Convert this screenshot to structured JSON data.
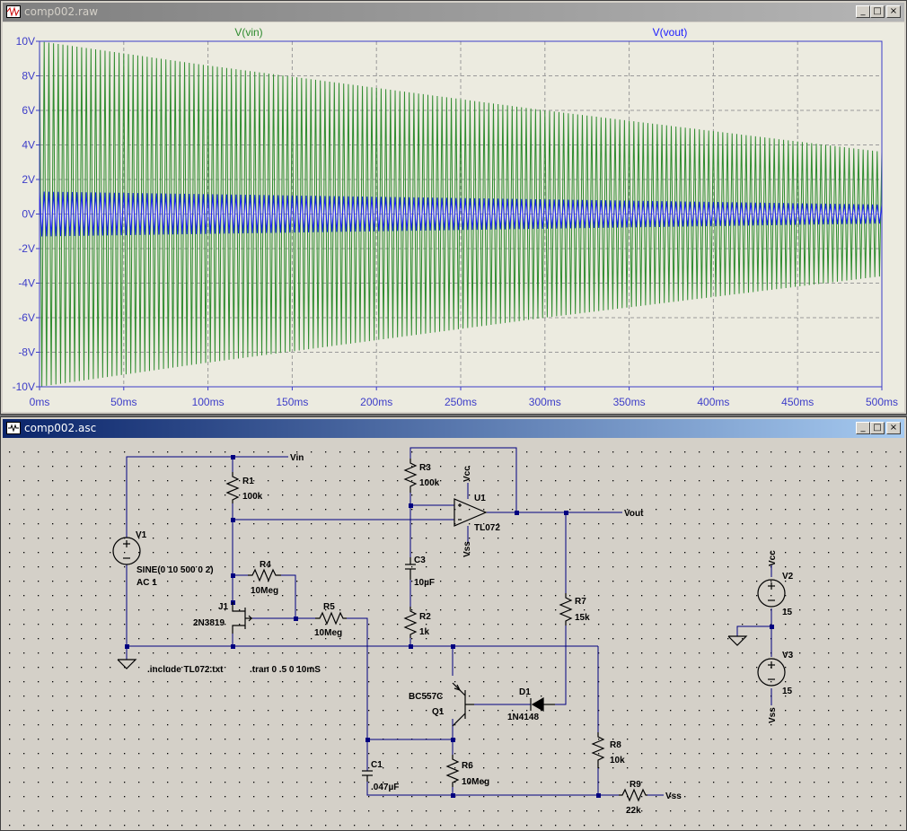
{
  "plot_window": {
    "title": "comp002.raw",
    "controls": {
      "minimize": "_",
      "maximize": "□",
      "close": "×"
    },
    "traces": [
      {
        "name": "V(vin)",
        "color": "#2e8b2e"
      },
      {
        "name": "V(vout)",
        "color": "#1a1aff"
      }
    ],
    "y_ticks": [
      "10V",
      "8V",
      "6V",
      "4V",
      "2V",
      "0V",
      "-2V",
      "-4V",
      "-6V",
      "-8V",
      "-10V"
    ],
    "x_ticks": [
      "0ms",
      "50ms",
      "100ms",
      "150ms",
      "200ms",
      "250ms",
      "300ms",
      "350ms",
      "400ms",
      "450ms",
      "500ms"
    ],
    "axis_color": "#3c3cc8",
    "background": "#ecebe0"
  },
  "chart_data": {
    "type": "line",
    "x_unit": "ms",
    "y_unit": "V",
    "xlim": [
      0,
      500
    ],
    "ylim": [
      -10,
      10
    ],
    "grid": true,
    "legend": "top",
    "series": [
      {
        "name": "V(vin)",
        "color": "#2e8b2e",
        "envelope_x": [
          0,
          100,
          200,
          300,
          400,
          500
        ],
        "envelope_amplitude": [
          10,
          8.6,
          7.3,
          6.0,
          4.8,
          3.6
        ]
      },
      {
        "name": "V(vout)",
        "color": "#1a1aff",
        "envelope_x": [
          0,
          100,
          200,
          300,
          400,
          500
        ],
        "envelope_amplitude": [
          1.3,
          1.15,
          1.0,
          0.85,
          0.7,
          0.55
        ]
      }
    ]
  },
  "schematic_window": {
    "title": "comp002.asc",
    "controls": {
      "minimize": "_",
      "maximize": "□",
      "close": "×"
    },
    "labels": {
      "vin": "Vin",
      "vout": "Vout",
      "vcc_u1": "Vcc",
      "vss_u1": "Vss",
      "vcc_v2": "Vcc",
      "vss_v3": "Vss",
      "vss_r9": "Vss",
      "u1": "U1",
      "u1_val": "TL072",
      "r1": "R1",
      "r1_val": "100k",
      "r2": "R2",
      "r2_val": "1k",
      "r3": "R3",
      "r3_val": "100k",
      "r4": "R4",
      "r4_val": "10Meg",
      "r5": "R5",
      "r5_val": "10Meg",
      "r6": "R6",
      "r6_val": "10Meg",
      "r7": "R7",
      "r7_val": "15k",
      "r8": "R8",
      "r8_val": "10k",
      "r9": "R9",
      "r9_val": "22k",
      "c1": "C1",
      "c1_val": ".047µF",
      "c3": "C3",
      "c3_val": "10µF",
      "v1": "V1",
      "v1_val": "SINE(0 10 500 0 2)",
      "v1_ac": "AC 1",
      "v2": "V2",
      "v2_val": "15",
      "v3": "V3",
      "v3_val": "15",
      "j1": "J1",
      "j1_val": "2N3819",
      "q1": "Q1",
      "q1_val": "BC557C",
      "d1": "D1",
      "d1_val": "1N4148",
      "include": ".include TL072.txt",
      "tran": ".tran 0 .5 0 10mS"
    }
  }
}
